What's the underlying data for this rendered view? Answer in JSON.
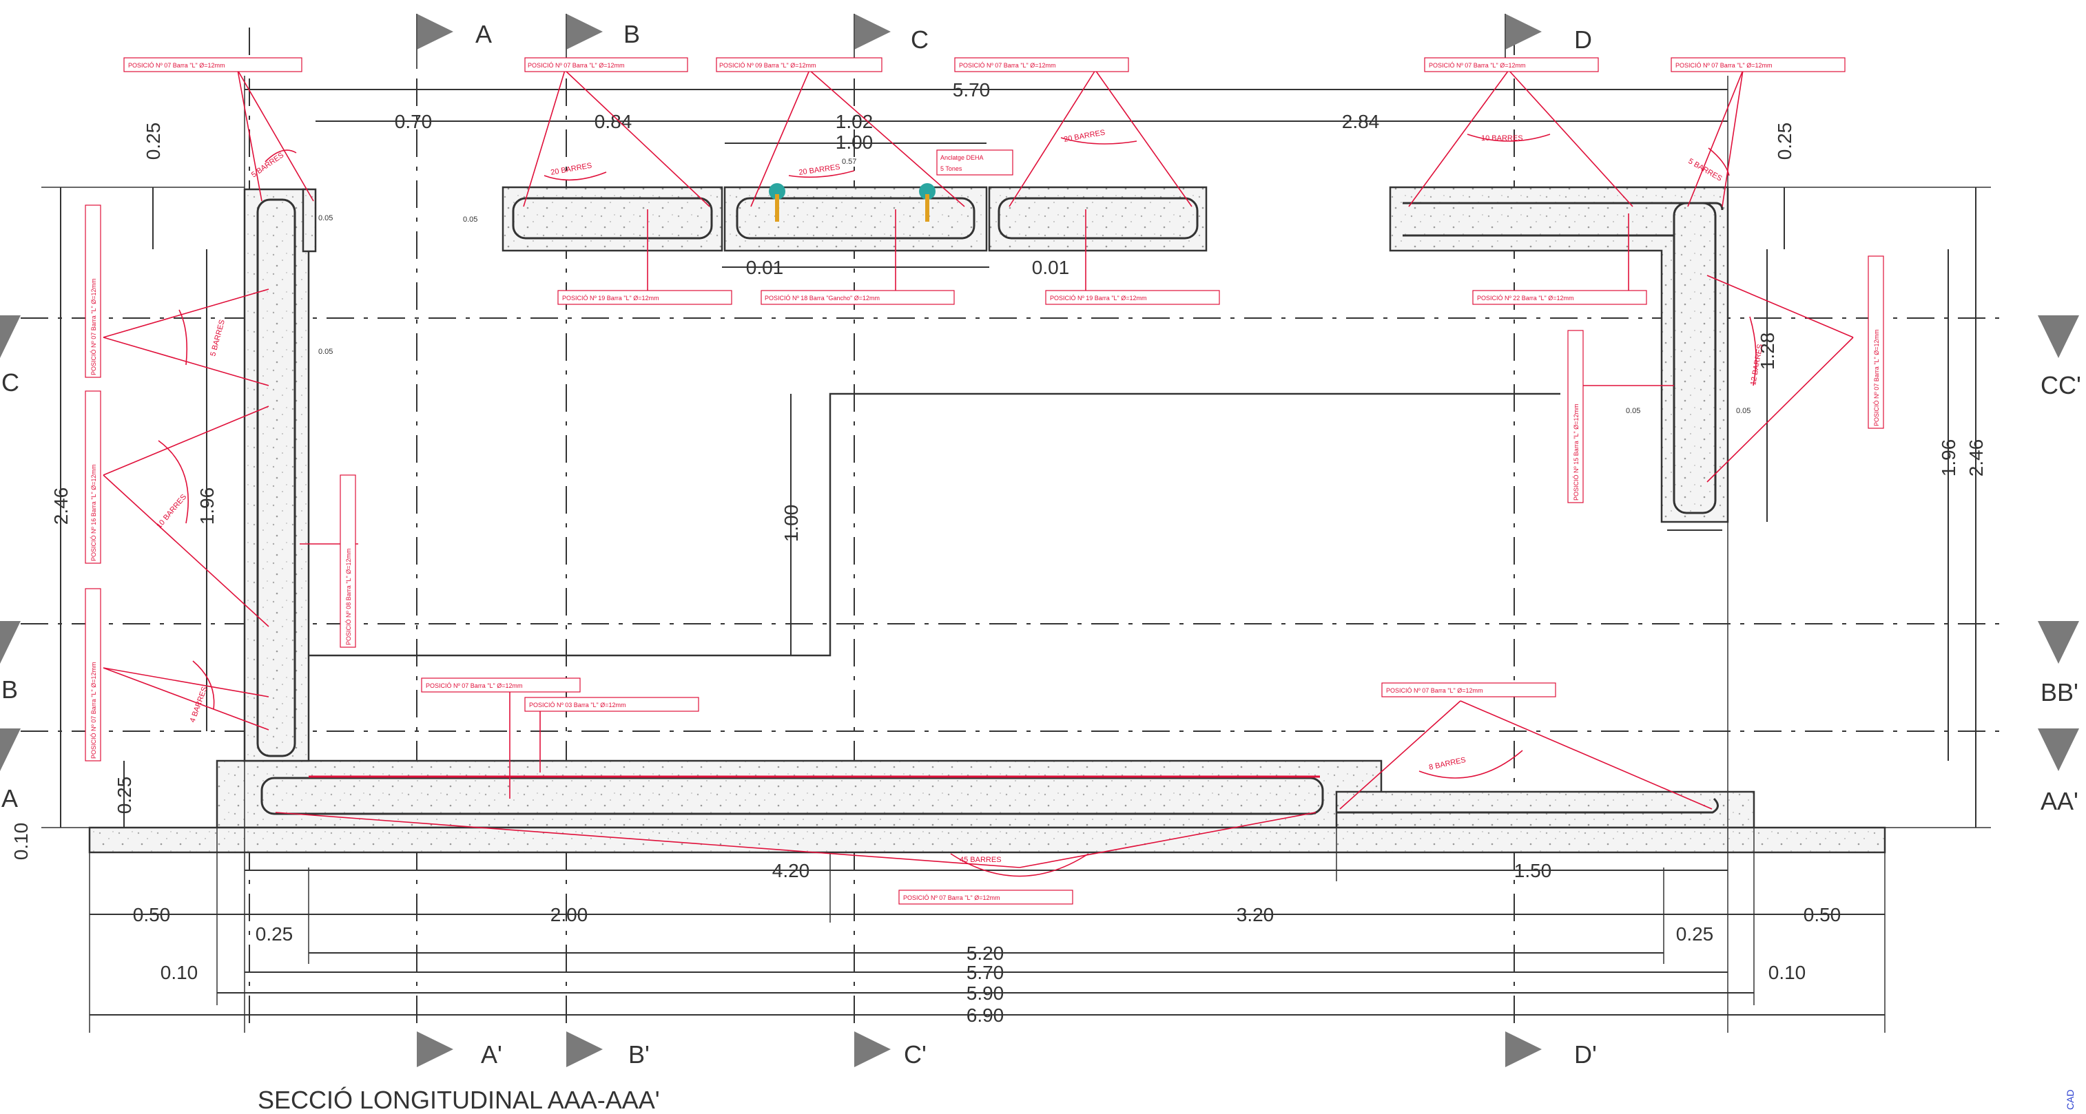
{
  "title": "SECCIÓ LONGITUDINAL AAA-AAA'",
  "side_text": "CAD",
  "section_marks": {
    "top": [
      "A",
      "B",
      "C",
      "D"
    ],
    "bottom": [
      "A'",
      "B'",
      "C'",
      "D'"
    ],
    "left": [
      "C",
      "B",
      "A"
    ],
    "right": [
      "CC'",
      "BB'",
      "AA'"
    ]
  },
  "dimensions": {
    "top_total": "5.70",
    "d070": "0.70",
    "d084": "0.84",
    "d102": "1.02",
    "d100": "1.00",
    "d284": "2.84",
    "d001a": "0.01",
    "d001b": "0.01",
    "d025_tl": "0.25",
    "d025_tr": "0.25",
    "d246_l": "2.46",
    "d196_l": "1.96",
    "d196_r": "1.96",
    "d246_r": "2.46",
    "d128": "1.28",
    "d100_mid": "1.00",
    "d025_bl": "0.25",
    "d010_l": "0.10",
    "d420": "4.20",
    "d150": "1.50",
    "d050_l": "0.50",
    "d200": "2.00",
    "d320": "3.20",
    "d050_r": "0.50",
    "d025_b1": "0.25",
    "d025_b2": "0.25",
    "d010_b": "0.10",
    "d010_br": "0.10",
    "d520": "5.20",
    "d570": "5.70",
    "d590": "5.90",
    "d690": "6.90",
    "d005": "0.05",
    "d057": "0.57"
  },
  "rebar_tags": {
    "t1": "POSICIÓ Nº 07 Barra \"L\" Ø=12mm",
    "t2": "POSICIÓ Nº 07 Barra \"L\" Ø=12mm",
    "t3": "POSICIÓ Nº 09 Barra \"L\" Ø=12mm",
    "t4": "POSICIÓ Nº 07 Barra \"L\" Ø=12mm",
    "t5": "POSICIÓ Nº 07 Barra \"L\" Ø=12mm",
    "t6": "POSICIÓ Nº 07 Barra \"L\" Ø=12mm",
    "t7": "POSICIÓ Nº 19 Barra \"L\" Ø=12mm",
    "t8": "POSICIÓ Nº 18 Barra \"Gancho\" Ø=12mm",
    "t9": "POSICIÓ Nº 19 Barra \"L\" Ø=12mm",
    "t10": "POSICIÓ Nº 22 Barra \"L\" Ø=12mm",
    "l1": "POSICIÓ Nº 07 Barra \"L\" Ø=12mm",
    "l2": "POSICIÓ Nº 16 Barra \"L\" Ø=12mm",
    "l3": "POSICIÓ Nº 07 Barra \"L\" Ø=12mm",
    "l4": "POSICIÓ Nº 08 Barra \"L\" Ø=12mm",
    "r1": "POSICIÓ Nº 07 Barra \"L\" Ø=12mm",
    "r2": "POSICIÓ Nº 15 Barra \"L\" Ø=12mm",
    "b1": "POSICIÓ Nº 07 Barra \"L\" Ø=12mm",
    "b2": "POSICIÓ Nº 03 Barra \"L\" Ø=12mm",
    "b3": "POSICIÓ Nº 07 Barra \"L\" Ø=12mm",
    "b4": "POSICIÓ Nº 07 Barra \"L\" Ø=12mm",
    "anchor": "Anclatge DEHA",
    "anchor2": "5 Tones"
  },
  "bar_counts": {
    "c1": "5 BARRES",
    "c2": "20 BARRES",
    "c3": "20 BARRES",
    "c4": "20 BARRES",
    "c5": "10 BARRES",
    "c6": "5 BARRES",
    "c7": "5 BARRES",
    "c8": "10 BARRES",
    "c9": "4 BARRES",
    "c10": "45 BARRES",
    "c11": "8 BARRES",
    "c12": "12 BARRES"
  },
  "colors": {
    "line": "#333333",
    "rebar": "#e0103a",
    "concrete": "#f2f2f2",
    "marker": "#7a7a7a",
    "anchor": "#2aa6a0"
  }
}
